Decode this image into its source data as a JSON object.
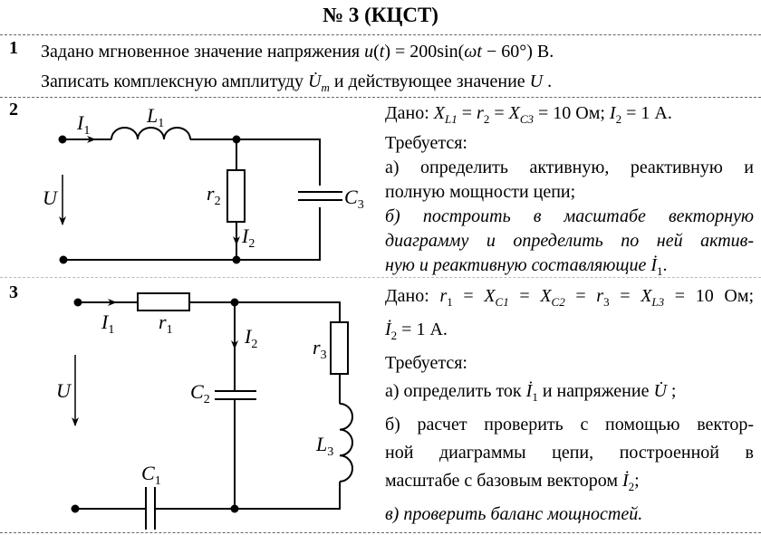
{
  "title": "№ 3 (КЦСТ)",
  "tasks": [
    {
      "number": "1",
      "lines": [
        [
          {
            "t": "Задано мгновенное значение напряжения "
          },
          {
            "t": "u",
            "i": 1
          },
          {
            "t": "("
          },
          {
            "t": "t",
            "i": 1
          },
          {
            "t": ") = 200sin("
          },
          {
            "t": "ωt",
            "i": 1
          },
          {
            "t": " − 60°)  В."
          }
        ],
        [
          {
            "t": "Записать комплексную амплитуду "
          },
          {
            "t": "U̇",
            "i": 1
          },
          {
            "t": "m",
            "i": 1,
            "s": 1
          },
          {
            "t": " и действующее значение "
          },
          {
            "t": "U",
            "i": 1
          },
          {
            "t": " ."
          }
        ]
      ]
    },
    {
      "number": "2",
      "lines": [
        [
          {
            "t": "Дано: "
          },
          {
            "t": "X",
            "i": 1
          },
          {
            "t": "L1",
            "i": 1,
            "s": 1
          },
          {
            "t": " = "
          },
          {
            "t": "r",
            "i": 1
          },
          {
            "t": "2",
            "s": 1
          },
          {
            "t": " = "
          },
          {
            "t": "X",
            "i": 1
          },
          {
            "t": "C3",
            "i": 1,
            "s": 1
          },
          {
            "t": " = 10 Ом; "
          },
          {
            "t": "I",
            "i": 1
          },
          {
            "t": "2",
            "s": 1
          },
          {
            "t": " = 1 А."
          }
        ],
        [
          {
            "t": "Требуется:"
          }
        ],
        [
          {
            "t": "а) определить активную, реактивную и"
          }
        ],
        [
          {
            "t": "полную мощности цепи;"
          }
        ],
        [
          {
            "t": "б) построить в масштабе векторную",
            "i": 1
          }
        ],
        [
          {
            "t": "диаграмму и определить по ней актив-",
            "i": 1
          }
        ],
        [
          {
            "t": "ную и реактивную составляющие ",
            "i": 1
          },
          {
            "t": "İ",
            "i": 1
          },
          {
            "t": "1",
            "s": 1
          },
          {
            "t": "."
          }
        ]
      ],
      "labels": {
        "I1": [
          "I",
          "1"
        ],
        "L1": [
          "L",
          "1"
        ],
        "U": [
          "U",
          ""
        ],
        "r2": [
          "r",
          "2"
        ],
        "I2": [
          "I",
          "2"
        ],
        "C3": [
          "C",
          "3"
        ]
      }
    },
    {
      "number": "3",
      "lines": [
        [
          {
            "t": "Дано:  "
          },
          {
            "t": "r",
            "i": 1
          },
          {
            "t": "1",
            "s": 1
          },
          {
            "t": " = "
          },
          {
            "t": "X",
            "i": 1
          },
          {
            "t": "C1",
            "i": 1,
            "s": 1
          },
          {
            "t": " = "
          },
          {
            "t": "X",
            "i": 1
          },
          {
            "t": "C2",
            "i": 1,
            "s": 1
          },
          {
            "t": " = "
          },
          {
            "t": "r",
            "i": 1
          },
          {
            "t": "3",
            "s": 1
          },
          {
            "t": " = "
          },
          {
            "t": "X",
            "i": 1
          },
          {
            "t": "L3",
            "i": 1,
            "s": 1
          },
          {
            "t": " = 10  Ом;"
          }
        ],
        [
          {
            "t": "İ",
            "i": 1
          },
          {
            "t": "2",
            "s": 1
          },
          {
            "t": " = 1 А."
          }
        ],
        [
          {
            "t": "Требуется:"
          }
        ],
        [
          {
            "t": "а) определить ток "
          },
          {
            "t": "İ",
            "i": 1
          },
          {
            "t": "1",
            "s": 1
          },
          {
            "t": " и напряжение "
          },
          {
            "t": "U̇",
            "i": 1
          },
          {
            "t": " ;"
          }
        ],
        [
          {
            "t": "б) расчет проверить с помощью вектор-"
          }
        ],
        [
          {
            "t": "ной диаграммы цепи, построенной в"
          }
        ],
        [
          {
            "t": "масштабе с базовым вектором "
          },
          {
            "t": "İ",
            "i": 1
          },
          {
            "t": "2",
            "s": 1
          },
          {
            "t": ";"
          }
        ],
        [
          {
            "t": "в) проверить баланс мощностей.",
            "i": 1
          }
        ]
      ],
      "labels": {
        "I1": [
          "I",
          "1"
        ],
        "r1": [
          "r",
          "1"
        ],
        "I2": [
          "I",
          "2"
        ],
        "r3": [
          "r",
          "3"
        ],
        "U": [
          "U",
          ""
        ],
        "C2": [
          "C",
          "2"
        ],
        "L3": [
          "L",
          "3"
        ],
        "C1": [
          "C",
          "1"
        ]
      }
    }
  ]
}
